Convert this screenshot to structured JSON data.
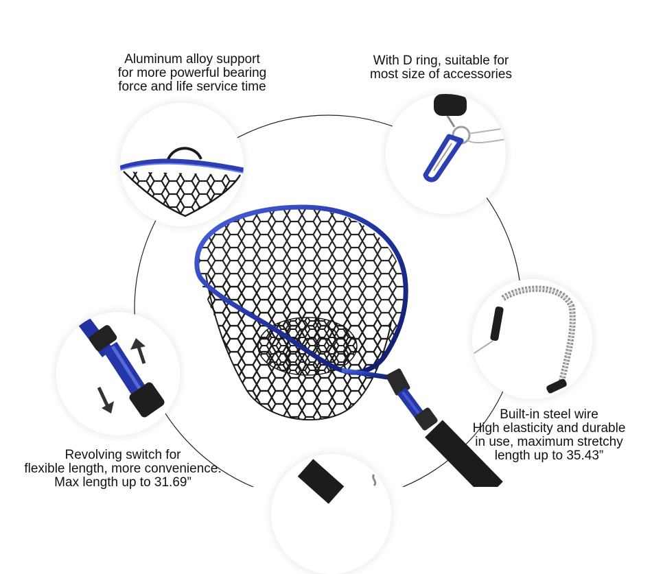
{
  "features": {
    "frame": {
      "lines": [
        "Aluminum alloy support",
        "for more powerful bearing",
        "force and life service time"
      ]
    },
    "d_ring": {
      "lines": [
        "With D ring, suitable for",
        "most size of accessories"
      ]
    },
    "switch": {
      "lines": [
        "Revolving switch for",
        "flexible length, more convenience.",
        "Max length up to 31.69”"
      ]
    },
    "wire": {
      "lines": [
        "Built-in steel wire",
        "High elasticity and durable",
        "in use, maximum stretchy",
        "length up to 35.43”"
      ]
    }
  },
  "colors": {
    "frame_blue": "#2c3fb0",
    "net_black": "#1a1a1a",
    "grip_black": "#2a2a2a",
    "coil_gray": "#8f9498"
  },
  "icons": [
    "arrow-up-icon",
    "arrow-down-icon"
  ]
}
